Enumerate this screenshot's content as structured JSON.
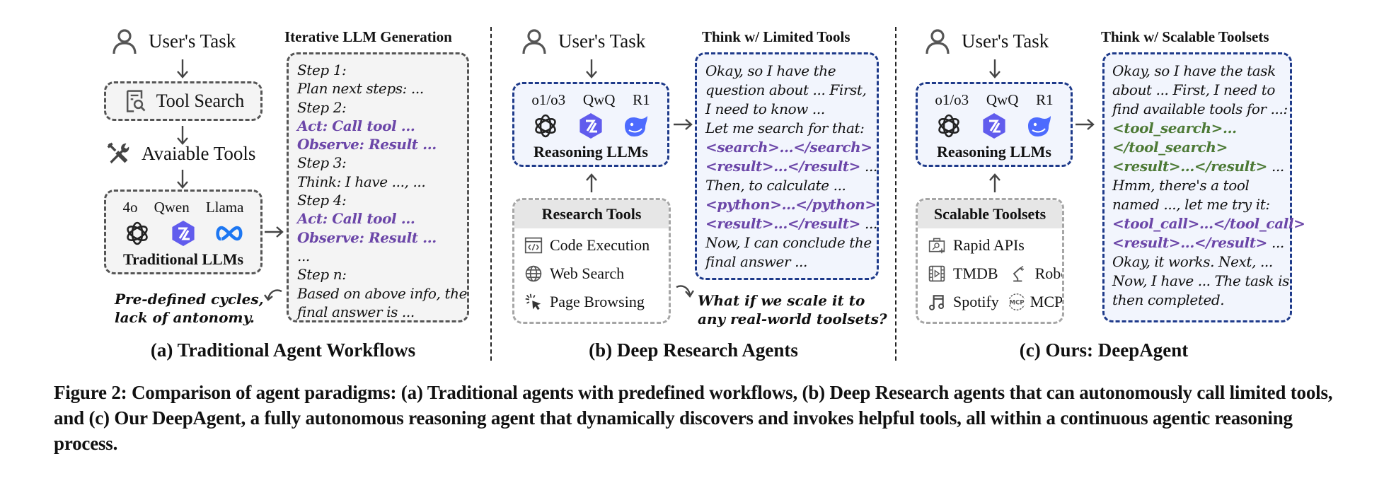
{
  "panels": {
    "a": {
      "user_task": "User's Task",
      "tool_search": "Tool Search",
      "available_tools": "Avaiable Tools",
      "llms": {
        "names": [
          "4o",
          "Qwen",
          "Llama"
        ],
        "icons": [
          "openai-icon",
          "qwen-icon",
          "meta-icon"
        ],
        "label": "Traditional LLMs"
      },
      "generation_heading": "Iterative LLM Generation",
      "steps": [
        {
          "text": "Step 1:",
          "style": "normal"
        },
        {
          "text": "Plan next steps: ...",
          "style": "normal"
        },
        {
          "text": "Step 2:",
          "style": "normal"
        },
        {
          "text": "Act: Call tool ...",
          "style": "purple"
        },
        {
          "text": "Observe: Result ...",
          "style": "purple"
        },
        {
          "text": "Step 3:",
          "style": "normal"
        },
        {
          "text": "Think: I have ..., ...",
          "style": "normal"
        },
        {
          "text": "Step 4:",
          "style": "normal"
        },
        {
          "text": "Act: Call tool ...",
          "style": "purple"
        },
        {
          "text": "Observe: Result ...",
          "style": "purple"
        },
        {
          "text": "...",
          "style": "normal"
        },
        {
          "text": "Step n:",
          "style": "normal"
        },
        {
          "text": "Based on above info, the",
          "style": "normal"
        },
        {
          "text": "final answer is ...",
          "style": "normal"
        }
      ],
      "note": [
        "Pre-defined cycles,",
        "lack of antonomy."
      ],
      "subcaption": "(a) Traditional Agent Workflows"
    },
    "b": {
      "user_task": "User's Task",
      "llms": {
        "names": [
          "o1/o3",
          "QwQ",
          "R1"
        ],
        "icons": [
          "openai-icon",
          "qwen-icon",
          "deepseek-icon"
        ],
        "label": "Reasoning LLMs"
      },
      "tools_heading": "Research Tools",
      "tools": [
        {
          "icon": "code-icon",
          "label": "Code Execution"
        },
        {
          "icon": "globe-icon",
          "label": "Web Search"
        },
        {
          "icon": "cursor-click-icon",
          "label": "Page Browsing"
        }
      ],
      "reasoning_heading": "Think w/ Limited Tools",
      "reasoning": [
        [
          {
            "t": "Okay, so I have the",
            "s": "normal"
          }
        ],
        [
          {
            "t": "question about ... First,",
            "s": "normal"
          }
        ],
        [
          {
            "t": "I need to know ...",
            "s": "normal"
          }
        ],
        [
          {
            "t": "Let me search for that:",
            "s": "normal"
          }
        ],
        [
          {
            "t": "<search>...</search>",
            "s": "purple"
          }
        ],
        [
          {
            "t": "<result>...</result>",
            "s": "purple"
          },
          {
            "t": " ...",
            "s": "normal"
          }
        ],
        [
          {
            "t": "Then, to calculate ...",
            "s": "normal"
          }
        ],
        [
          {
            "t": "<python>...</python>",
            "s": "purple"
          }
        ],
        [
          {
            "t": "<result>...</result>",
            "s": "purple"
          },
          {
            "t": " ...",
            "s": "normal"
          }
        ],
        [
          {
            "t": "Now, I can conclude the",
            "s": "normal"
          }
        ],
        [
          {
            "t": "final answer ...",
            "s": "normal"
          }
        ]
      ],
      "note": [
        "What if we scale it to",
        "any real-world toolsets?"
      ],
      "subcaption": "(b) Deep Research Agents"
    },
    "c": {
      "user_task": "User's Task",
      "llms": {
        "names": [
          "o1/o3",
          "QwQ",
          "R1"
        ],
        "icons": [
          "openai-icon",
          "qwen-icon",
          "deepseek-icon"
        ],
        "label": "Reasoning LLMs"
      },
      "tools_heading": "Scalable Toolsets",
      "tools": [
        [
          {
            "icon": "rapid-api-icon",
            "label": "Rapid APIs"
          }
        ],
        [
          {
            "icon": "film-icon",
            "label": "TMDB"
          },
          {
            "icon": "robot-arm-icon",
            "label": "Robot"
          }
        ],
        [
          {
            "icon": "music-note-icon",
            "label": "Spotify"
          },
          {
            "icon": "mcp-icon",
            "label": "MCPs"
          }
        ]
      ],
      "reasoning_heading": "Think w/ Scalable Toolsets",
      "reasoning": [
        [
          {
            "t": "Okay, so I have the task",
            "s": "normal"
          }
        ],
        [
          {
            "t": "about ... First, I need to",
            "s": "normal"
          }
        ],
        [
          {
            "t": "find available tools for ...:",
            "s": "normal"
          }
        ],
        [
          {
            "t": "<tool_search>...",
            "s": "green"
          }
        ],
        [
          {
            "t": "</tool_search>",
            "s": "green"
          }
        ],
        [
          {
            "t": "<result>...</result>",
            "s": "green"
          },
          {
            "t": " ...",
            "s": "normal"
          }
        ],
        [
          {
            "t": "Hmm, there's a tool",
            "s": "normal"
          }
        ],
        [
          {
            "t": "named ..., let me try it:",
            "s": "normal"
          }
        ],
        [
          {
            "t": "<tool_call>...</tool_call>",
            "s": "purple"
          }
        ],
        [
          {
            "t": "<result>...</result>",
            "s": "purple"
          },
          {
            "t": " ...",
            "s": "normal"
          }
        ],
        [
          {
            "t": "Okay, it works. Next, ...",
            "s": "normal"
          }
        ],
        [
          {
            "t": "Now, I have ... The task is",
            "s": "normal"
          }
        ],
        [
          {
            "t": "then completed.",
            "s": "normal"
          }
        ]
      ],
      "subcaption": "(c) Ours: DeepAgent"
    }
  },
  "caption": "Figure 2: Comparison of agent paradigms: (a) Traditional agents with predefined workflows, (b) Deep Research agents that can autonomously call limited tools, and (c) Our DeepAgent, a fully autonomous reasoning agent that dynamically discovers and invokes helpful tools, all within a continuous agentic reasoning process.",
  "colors": {
    "purple_text": "#6b46a8",
    "green_text": "#4d7a36",
    "blue_border": "#1e3a8a",
    "gray_border": "#555555",
    "tools_border": "#a6a6a6",
    "qwen": "#615ced",
    "meta": "#1d77f2",
    "deepseek": "#4d6bfe"
  }
}
